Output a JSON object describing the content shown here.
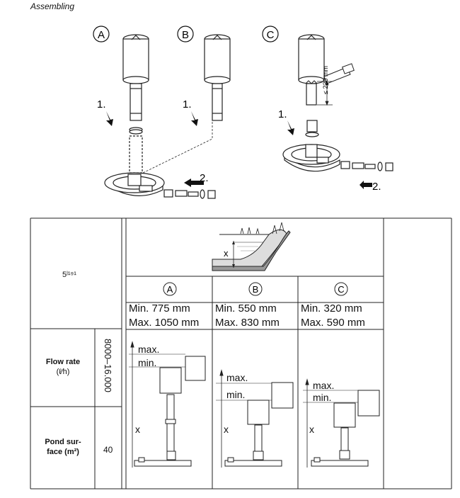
{
  "section_title": "Assembling",
  "diagram": {
    "models": [
      "A",
      "B",
      "C"
    ],
    "steps": [
      "1.",
      "2."
    ],
    "dimension_c": "≤ 230 mm"
  },
  "table": {
    "model_number": "5ˡ¹⁹¹",
    "rows": [
      {
        "label_line1": "Flow rate",
        "label_line2": "(ℓ⁄h)",
        "value": "8000–16.000"
      },
      {
        "label_line1": "Pond sur-",
        "label_line2": "face (m²)",
        "value": "40"
      }
    ],
    "depth_label": "x",
    "columns": [
      {
        "model": "A",
        "min": "Min. 775 mm",
        "max": "Max. 1050 mm"
      },
      {
        "model": "B",
        "min": "Min. 550 mm",
        "max": "Max. 830 mm"
      },
      {
        "model": "C",
        "min": "Min. 320 mm",
        "max": "Max. 590 mm"
      }
    ],
    "level_max": "max.",
    "level_min": "min.",
    "level_x": "x"
  }
}
